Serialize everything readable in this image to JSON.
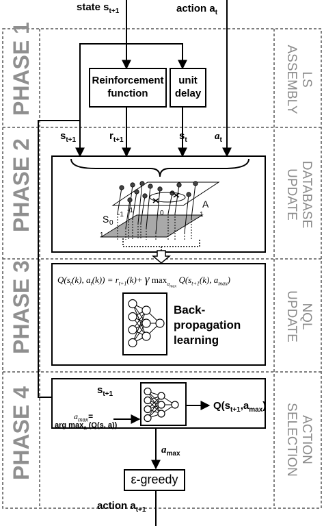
{
  "phases": [
    {
      "label": "PHASE 1",
      "side": [
        "LS",
        "ASSEMBLY"
      ]
    },
    {
      "label": "PHASE 2",
      "side": [
        "DATABASE",
        "UPDATE"
      ]
    },
    {
      "label": "PHASE 3",
      "side": [
        "NQL",
        "UPDATE"
      ]
    },
    {
      "label": "PHASE 4",
      "side": [
        "ACTION",
        "SELECTION"
      ]
    }
  ],
  "inputs": {
    "state": "state s",
    "state_sub": "t+1",
    "action": "action a",
    "action_sub": "t"
  },
  "phase1": {
    "reinforcement": [
      "Reinforcement",
      "function"
    ],
    "unit_delay": [
      "unit",
      "delay"
    ]
  },
  "phase2": {
    "s_next": "s",
    "s_next_sub": "t+1",
    "r_next": "r",
    "r_next_sub": "t+1",
    "s_t": "s",
    "s_t_sub": "t",
    "a_t": "a",
    "a_t_sub": "t",
    "plot_labels": {
      "S": "S",
      "zero_left": "0",
      "minus1": "-1",
      "one_left": "1",
      "zero_mid": "0",
      "A": "A",
      "one_right": "1",
      "minus1_right": "-1"
    }
  },
  "phase3": {
    "equation": "Q(s_t(k), a_t(k)) = r_t+1(k)+ γ max_a_max Q(s_t+1(k), a_max)",
    "eq_lhs": "Q(s",
    "eq_lhs_sub": "t",
    "eq_lhs2": "(k), a",
    "eq_lhs2_sub": "t",
    "eq_lhs3": "(k)) = r",
    "eq_r_sub": "t+1",
    "eq_mid": "(k)+",
    "gamma": "γ",
    "eq_max": "max",
    "eq_max_sub": "a",
    "eq_max_subsub": "max",
    "eq_q2": "Q(s",
    "eq_q2_sub": "t+1",
    "eq_tail": "(k), a",
    "eq_tail_sub": "max",
    "eq_close": ")",
    "learning": [
      "Back-",
      "propagation",
      "learning"
    ]
  },
  "phase4": {
    "s_in": "s",
    "s_in_sub": "t+1",
    "amax_def": "a",
    "amax_def_sub": "max",
    "amax_eq": "=",
    "argmax": "arg max",
    "argmax_sub": "a",
    "argmax_tail": "(Q(s, a))",
    "q_out": "Q(s",
    "q_out_sub": "t+1",
    "q_out_tail": ",a",
    "q_out_tail_sub": "max",
    "q_out_close": ")",
    "amax_down": "a",
    "amax_down_sub": "max",
    "egreedy": "ε-greedy"
  },
  "output": {
    "action": "action a",
    "action_sub": "t+1"
  }
}
